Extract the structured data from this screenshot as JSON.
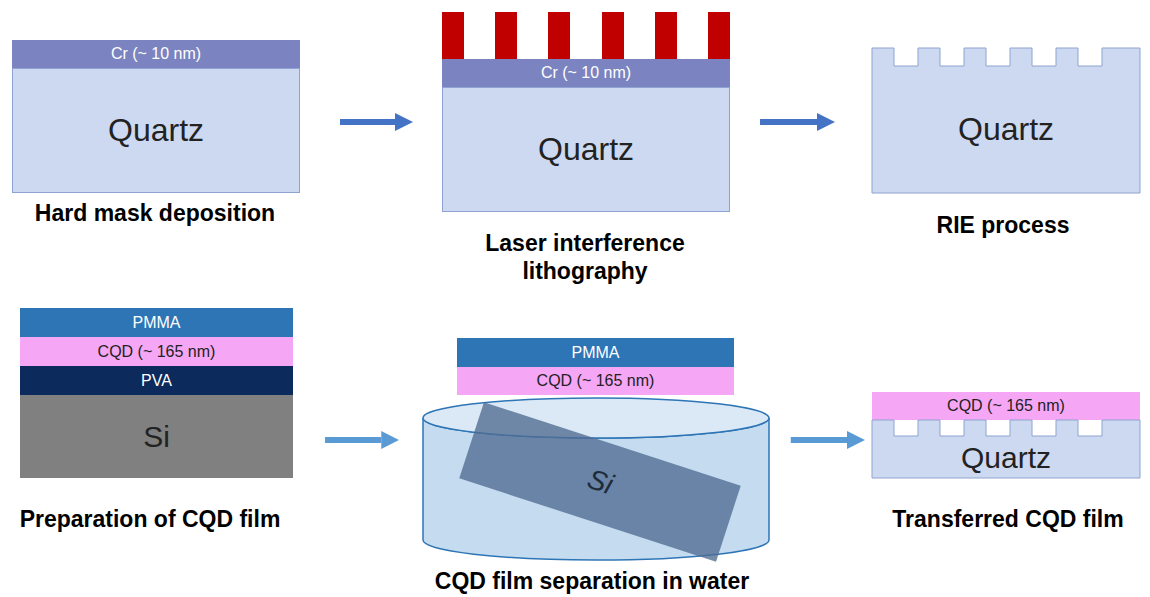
{
  "diagram": {
    "nodes": [
      {
        "text": [
          "Cr (~ 10 nm)"
        ]
      },
      {
        "text": [
          "Quartz"
        ]
      },
      {
        "text": [
          "Cr (~ 10 nm)"
        ]
      },
      {
        "text": [
          "Quartz"
        ]
      },
      {
        "text": [
          "Quartz"
        ]
      },
      {
        "text": [
          "PMMA"
        ]
      },
      {
        "text": [
          "CQD (~ 165 nm)"
        ]
      },
      {
        "text": [
          "PVA"
        ]
      },
      {
        "text": [
          "Si"
        ]
      },
      {
        "text": [
          "PMMA"
        ]
      },
      {
        "text": [
          "CQD (~ 165 nm)"
        ]
      },
      {
        "text": [
          "Si"
        ]
      },
      {
        "text": [
          "CQD (~ 165 nm)"
        ]
      },
      {
        "text": [
          "Quartz"
        ]
      }
    ],
    "edges": [
      {
        "from": 1,
        "to": 3,
        "arrow": "to"
      },
      {
        "from": 3,
        "to": 4,
        "arrow": "to"
      },
      {
        "from": 8,
        "to": 11,
        "arrow": "to"
      },
      {
        "from": 11,
        "to": 13,
        "arrow": "to"
      }
    ],
    "labels": [
      "Hard mask deposition",
      "Laser interference lithography",
      "RIE process",
      "Preparation of CQD film",
      "CQD film separation in water",
      "Transferred CQD film"
    ]
  }
}
